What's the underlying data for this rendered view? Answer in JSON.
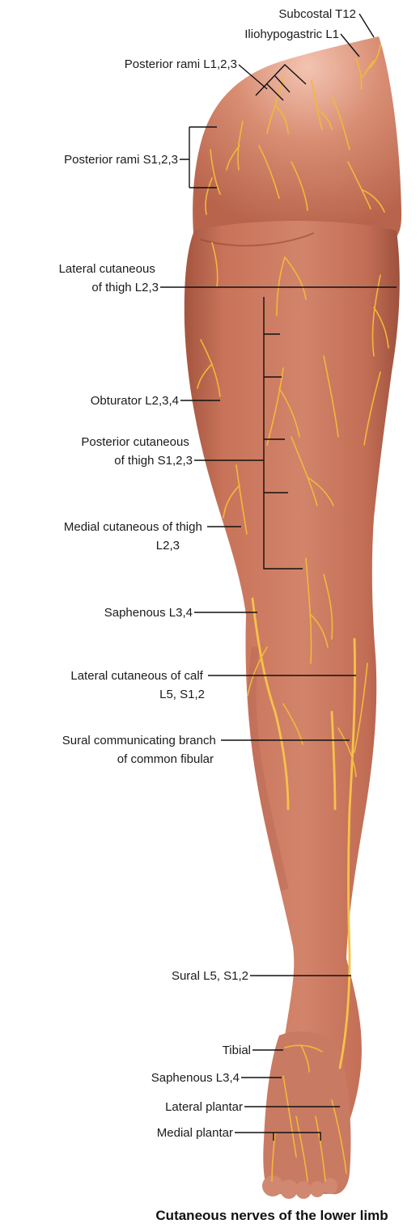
{
  "figure": {
    "caption": "Cutaneous nerves of the lower limb",
    "colors": {
      "skin": "#c8735a",
      "skin_dark": "#a4553f",
      "skin_light": "#e7a28a",
      "nerve": "#f2b83a",
      "leader": "#111111"
    },
    "labels": [
      {
        "id": "subcostal",
        "lines": [
          "Subcostal T12"
        ]
      },
      {
        "id": "iliohypogastric",
        "lines": [
          "Iliohypogastric L1"
        ]
      },
      {
        "id": "posterior-rami-l",
        "lines": [
          "Posterior rami L1,2,3"
        ]
      },
      {
        "id": "posterior-rami-s",
        "lines": [
          "Posterior rami S1,2,3"
        ]
      },
      {
        "id": "lateral-cut-thigh",
        "lines": [
          "Lateral cutaneous",
          "of thigh L2,3"
        ]
      },
      {
        "id": "obturator",
        "lines": [
          "Obturator L2,3,4"
        ]
      },
      {
        "id": "posterior-cut-thigh",
        "lines": [
          "Posterior cutaneous",
          "of thigh S1,2,3"
        ]
      },
      {
        "id": "medial-cut-thigh",
        "lines": [
          "Medial cutaneous of thigh",
          "L2,3"
        ]
      },
      {
        "id": "saphenous-1",
        "lines": [
          "Saphenous L3,4"
        ]
      },
      {
        "id": "lateral-cut-calf",
        "lines": [
          "Lateral cutaneous of calf",
          "L5, S1,2"
        ]
      },
      {
        "id": "sural-communicating",
        "lines": [
          "Sural communicating branch",
          "of common fibular"
        ]
      },
      {
        "id": "sural",
        "lines": [
          "Sural L5, S1,2"
        ]
      },
      {
        "id": "tibial",
        "lines": [
          "Tibial"
        ]
      },
      {
        "id": "saphenous-2",
        "lines": [
          "Saphenous L3,4"
        ]
      },
      {
        "id": "lateral-plantar",
        "lines": [
          "Lateral plantar"
        ]
      },
      {
        "id": "medial-plantar",
        "lines": [
          "Medial plantar"
        ]
      }
    ]
  }
}
